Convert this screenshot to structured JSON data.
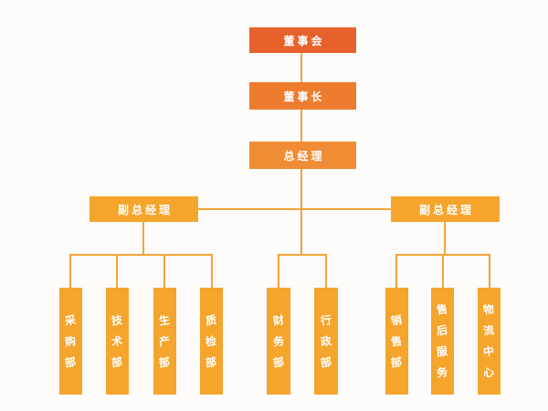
{
  "colors": {
    "board": "#e7612c",
    "chairman": "#ee7c2e",
    "general_manager": "#f08c33",
    "deputy_and_departments": "#f5a42c",
    "line": "#f2a43a",
    "label_text": "#ffffff",
    "background": "#fdfcfa"
  },
  "nodes": {
    "board": "董事会",
    "chairman": "董事长",
    "general_manager": "总经理",
    "deputy_gm_left": "副总经理",
    "deputy_gm_right": "副总经理"
  },
  "departments": {
    "left": [
      "采购部",
      "技术部",
      "生产部",
      "质检部"
    ],
    "middle": [
      "财务部",
      "行政部"
    ],
    "right": [
      "销售部",
      "售后服务",
      "物流中心"
    ]
  }
}
